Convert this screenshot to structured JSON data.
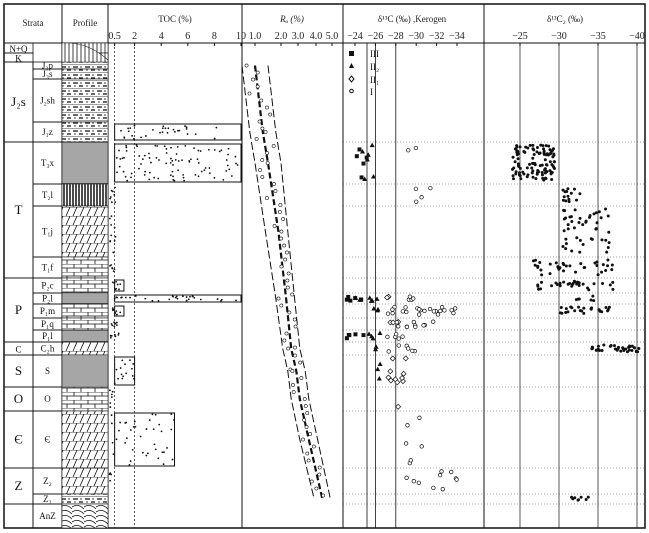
{
  "headers": {
    "strata": "Strata",
    "profile": "Profile",
    "toc": "TOC (%)",
    "ro": "Rₒ (%)",
    "kerogen": "δ¹³C (‰) ,Kerogen",
    "c2": "δ¹³C₂ (‰)"
  },
  "legend": [
    {
      "symbol": "square",
      "label": "III"
    },
    {
      "symbol": "triangle",
      "label": "II₂"
    },
    {
      "symbol": "diamond",
      "label": "II₁"
    },
    {
      "symbol": "circle",
      "label": "I"
    }
  ],
  "groups": [
    {
      "id": "NQ",
      "label": "N+Q"
    },
    {
      "id": "K",
      "label": "K"
    },
    {
      "id": "J",
      "label": "J₂s"
    },
    {
      "id": "T",
      "label": "T"
    },
    {
      "id": "P",
      "label": "P"
    },
    {
      "id": "C",
      "label": "C"
    },
    {
      "id": "S",
      "label": "S"
    },
    {
      "id": "O",
      "label": "O"
    },
    {
      "id": "E",
      "label": "Є"
    },
    {
      "id": "Z",
      "label": "Z"
    },
    {
      "id": "AnZ",
      "label": ""
    }
  ],
  "strata": [
    {
      "id": "NQ",
      "group": "NQ",
      "label": ""
    },
    {
      "id": "K",
      "group": "K",
      "label": ""
    },
    {
      "id": "J3p",
      "group": "J",
      "label": "J₃p"
    },
    {
      "id": "J3s",
      "group": "J",
      "label": "J₃s"
    },
    {
      "id": "J2sh",
      "group": "J",
      "label": "J₂sh"
    },
    {
      "id": "J1z",
      "group": "J",
      "label": "J₁z"
    },
    {
      "id": "T3x",
      "group": "T",
      "label": "T₃x"
    },
    {
      "id": "T2l",
      "group": "T",
      "label": "T₂l"
    },
    {
      "id": "T1j",
      "group": "T",
      "label": "T₁j"
    },
    {
      "id": "T1f",
      "group": "T",
      "label": "T₁f"
    },
    {
      "id": "P2c",
      "group": "P",
      "label": "P₂c"
    },
    {
      "id": "P2l",
      "group": "P",
      "label": "P₂l"
    },
    {
      "id": "P1m",
      "group": "P",
      "label": "P₁m"
    },
    {
      "id": "P1q",
      "group": "P",
      "label": "P₁q"
    },
    {
      "id": "P1l",
      "group": "P",
      "label": "P₁l"
    },
    {
      "id": "C2h",
      "group": "C",
      "label": "C₂h"
    },
    {
      "id": "S",
      "group": "S",
      "label": "S"
    },
    {
      "id": "O",
      "group": "O",
      "label": "O"
    },
    {
      "id": "E",
      "group": "E",
      "label": "Є"
    },
    {
      "id": "Z2",
      "group": "Z",
      "label": "Z₂"
    },
    {
      "id": "Z1",
      "group": "Z",
      "label": "Z₁"
    },
    {
      "id": "AnZ",
      "group": "AnZ",
      "label": "AnZ"
    }
  ],
  "chart_data": [
    {
      "type": "scatter",
      "title": "TOC (%)",
      "xlim": [
        0,
        10
      ],
      "ticks": [
        "0.5",
        "2",
        "4",
        "6",
        "8",
        "10"
      ],
      "tick_values": [
        0.5,
        2,
        4,
        6,
        8,
        10
      ],
      "reference_lines": [
        0.5,
        2
      ],
      "ranges": [
        {
          "stratum": "J1z",
          "min": 0.5,
          "max": 10
        },
        {
          "stratum": "T3x",
          "min": 0.5,
          "max": 10
        },
        {
          "stratum": "P2c",
          "min": 0.5,
          "max": 1.2
        },
        {
          "stratum": "P2l",
          "min": 0.5,
          "max": 10
        },
        {
          "stratum": "P1m",
          "min": 0.5,
          "max": 1.2
        },
        {
          "stratum": "S",
          "min": 0.5,
          "max": 2
        },
        {
          "stratum": "E",
          "min": 0.5,
          "max": 5
        }
      ],
      "clusters": [
        {
          "stratum": "J1z",
          "min": 0.6,
          "max": 8.5,
          "n": 30
        },
        {
          "stratum": "T3x",
          "min": 0.6,
          "max": 10,
          "n": 90
        },
        {
          "stratum": "T2l",
          "min": 0.1,
          "max": 0.6,
          "n": 8
        },
        {
          "stratum": "T1j",
          "min": 0.1,
          "max": 0.6,
          "n": 10
        },
        {
          "stratum": "T1f",
          "min": 0.1,
          "max": 0.5,
          "n": 6
        },
        {
          "stratum": "P2c",
          "min": 0.3,
          "max": 1.0,
          "n": 8
        },
        {
          "stratum": "P2l",
          "min": 0.5,
          "max": 10,
          "n": 30
        },
        {
          "stratum": "P1m",
          "min": 0.3,
          "max": 1.0,
          "n": 10
        },
        {
          "stratum": "P1q",
          "min": 0.2,
          "max": 0.8,
          "n": 8
        },
        {
          "stratum": "P1l",
          "min": 0.2,
          "max": 1.0,
          "n": 8
        },
        {
          "stratum": "S",
          "min": 0.5,
          "max": 2,
          "n": 15
        },
        {
          "stratum": "O",
          "min": 0.1,
          "max": 0.4,
          "n": 6
        },
        {
          "stratum": "E",
          "min": 0.2,
          "max": 5,
          "n": 40
        },
        {
          "stratum": "Z2",
          "min": 0.1,
          "max": 0.3,
          "n": 4
        }
      ]
    },
    {
      "type": "line",
      "title": "Rₒ (%)",
      "ticks": [
        "1.0",
        "2.0",
        "3.0",
        "4.0",
        "5.0"
      ],
      "tick_values": [
        1,
        2,
        3,
        4,
        5
      ],
      "trend": [
        {
          "stratum": "J3p",
          "value": 1.0
        },
        {
          "stratum": "J1z",
          "value": 1.3
        },
        {
          "stratum": "T3x",
          "value": 1.5
        },
        {
          "stratum": "T1j",
          "value": 1.9
        },
        {
          "stratum": "P2l",
          "value": 2.3
        },
        {
          "stratum": "C2h",
          "value": 2.6
        },
        {
          "stratum": "S",
          "value": 2.9
        },
        {
          "stratum": "O",
          "value": 3.1
        },
        {
          "stratum": "E",
          "value": 3.6
        },
        {
          "stratum": "Z1",
          "value": 4.4
        }
      ],
      "band_halfwidth": 0.5
    },
    {
      "type": "scatter",
      "title": "δ¹³C (‰) ,Kerogen",
      "xlim": [
        -23,
        -36
      ],
      "ticks": [
        "−24",
        "−26",
        "−28",
        "−30",
        "−32",
        "−34"
      ],
      "tick_values": [
        -24,
        -26,
        -28,
        -30,
        -32,
        -34
      ],
      "reference_lines": [
        -26,
        -28
      ],
      "clusters": [
        {
          "stratum": "T3x",
          "type": "III",
          "min": -24,
          "max": -25.5,
          "n": 5
        },
        {
          "stratum": "T3x",
          "type": "II2",
          "min": -24.5,
          "max": -26.5,
          "n": 6
        },
        {
          "stratum": "T3x",
          "type": "I",
          "min": -29,
          "max": -30,
          "n": 2
        },
        {
          "stratum": "T2l",
          "type": "I",
          "min": -28.5,
          "max": -32,
          "n": 4
        },
        {
          "stratum": "P2l",
          "type": "III",
          "min": -23,
          "max": -25,
          "n": 6
        },
        {
          "stratum": "P2l",
          "type": "II2",
          "min": -24,
          "max": -26.5,
          "n": 6
        },
        {
          "stratum": "P2l",
          "type": "II1",
          "min": -27,
          "max": -28,
          "n": 2
        },
        {
          "stratum": "P2l",
          "type": "I",
          "min": -28,
          "max": -30,
          "n": 4
        },
        {
          "stratum": "P1m",
          "type": "II2",
          "min": -25,
          "max": -26.5,
          "n": 3
        },
        {
          "stratum": "P1m",
          "type": "I",
          "min": -27,
          "max": -34,
          "n": 22
        },
        {
          "stratum": "P1q",
          "type": "II1",
          "min": -27,
          "max": -29,
          "n": 3
        },
        {
          "stratum": "P1q",
          "type": "I",
          "min": -28,
          "max": -32,
          "n": 10
        },
        {
          "stratum": "P1l",
          "type": "III",
          "min": -23,
          "max": -25,
          "n": 5
        },
        {
          "stratum": "P1l",
          "type": "II2",
          "min": -25,
          "max": -26.5,
          "n": 4
        },
        {
          "stratum": "P1l",
          "type": "I",
          "min": -27,
          "max": -29,
          "n": 5
        },
        {
          "stratum": "C2h",
          "type": "II2",
          "min": -26,
          "max": -26.5,
          "n": 2
        },
        {
          "stratum": "C2h",
          "type": "I",
          "min": -27,
          "max": -30,
          "n": 6
        },
        {
          "stratum": "S",
          "type": "II2",
          "min": -26,
          "max": -27,
          "n": 3
        },
        {
          "stratum": "S",
          "type": "II1",
          "min": -27,
          "max": -29,
          "n": 10
        },
        {
          "stratum": "O",
          "type": "II1",
          "min": -28,
          "max": -28.5,
          "n": 1
        },
        {
          "stratum": "E",
          "type": "I",
          "min": -29,
          "max": -31,
          "n": 6
        },
        {
          "stratum": "Z2",
          "type": "I",
          "min": -29,
          "max": -34,
          "n": 10
        }
      ]
    },
    {
      "type": "scatter",
      "title": "δ¹³C₂ (‰)",
      "xlim": [
        -20,
        -40.5
      ],
      "ticks": [
        "−25",
        "−30",
        "−35",
        "−40"
      ],
      "tick_values": [
        -25,
        -30,
        -35,
        -40
      ],
      "reference_lines": [
        -25,
        -30,
        -35,
        -40
      ],
      "clusters": [
        {
          "stratum": "T3x",
          "min": -24,
          "max": -29.5,
          "n": 110
        },
        {
          "stratum": "T2l",
          "min": -30.5,
          "max": -33,
          "n": 14
        },
        {
          "stratum": "T1j",
          "min": -30.5,
          "max": -36.5,
          "n": 45
        },
        {
          "stratum": "T1f",
          "min": -26,
          "max": -37,
          "n": 35
        },
        {
          "stratum": "P2c",
          "min": -26,
          "max": -37,
          "n": 30
        },
        {
          "stratum": "P2l",
          "min": -32,
          "max": -36,
          "n": 6
        },
        {
          "stratum": "P1m",
          "min": -30,
          "max": -36.5,
          "n": 25
        },
        {
          "stratum": "C2h",
          "min": -34,
          "max": -40.5,
          "n": 35
        },
        {
          "stratum": "Z1",
          "min": -31,
          "max": -34,
          "n": 8
        }
      ]
    }
  ]
}
